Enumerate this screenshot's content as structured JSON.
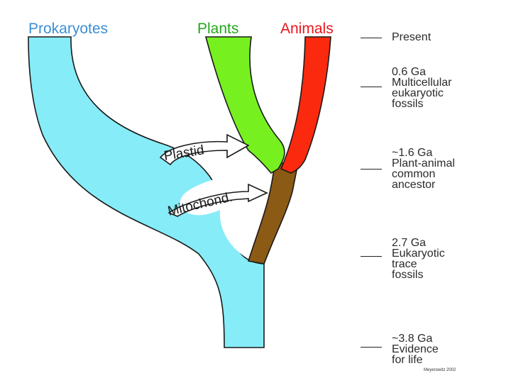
{
  "headers": {
    "prokaryotes": "Prokaryotes",
    "plants": "Plants",
    "animals": "Animals"
  },
  "arrows": {
    "plastid": "Plastid",
    "mitochond": "Mitochond."
  },
  "timeline": [
    {
      "text": "Present"
    },
    {
      "text": "0.6 Ga\nMulticellular\neukaryotic\nfossils"
    },
    {
      "text": "~1.6 Ga\nPlant-animal\ncommon\nancestor"
    },
    {
      "text": "2.7 Ga\nEukaryotic\ntrace\nfossils"
    },
    {
      "text": "~3.8 Ga\nEvidence\nfor life"
    }
  ],
  "credit": "Meyerowitz 2002",
  "colors": {
    "prokaryotes": "#86ecf8",
    "plants": "#77f020",
    "animals": "#fb2a0e",
    "ancestor": "#8b5a14",
    "header_blue": "#3b8fd6",
    "header_green": "#22a818",
    "header_red": "#e8161c",
    "outline": "#1a1a1a"
  }
}
